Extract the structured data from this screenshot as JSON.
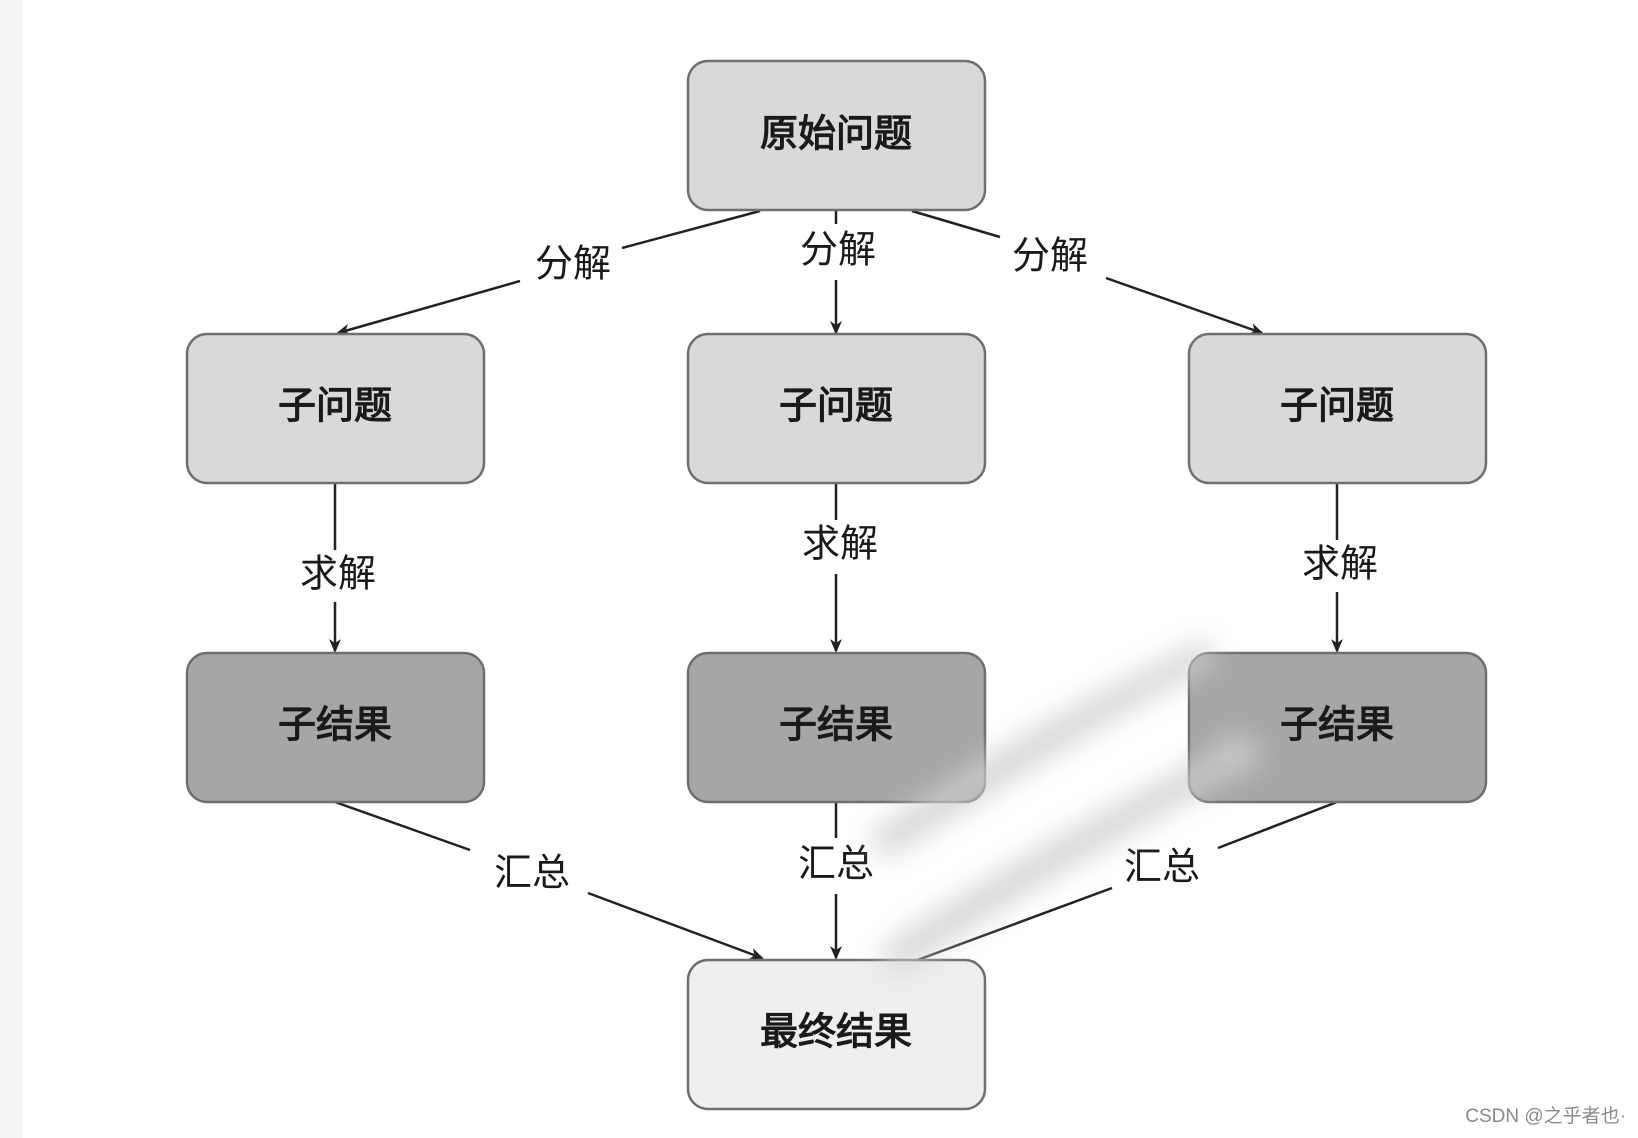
{
  "nodes": {
    "root": "原始问题",
    "sub_left": "子问题",
    "sub_mid": "子问题",
    "sub_right": "子问题",
    "res_left": "子结果",
    "res_mid": "子结果",
    "res_right": "子结果",
    "final": "最终结果"
  },
  "edges": {
    "decompose_left": "分解",
    "decompose_mid": "分解",
    "decompose_right": "分解",
    "solve_left": "求解",
    "solve_mid": "求解",
    "solve_right": "求解",
    "merge_left": "汇总",
    "merge_mid": "汇总",
    "merge_right": "汇总"
  },
  "watermark": "CSDN @之乎者也·",
  "colors": {
    "root_fill": "#d9d9d9",
    "subproblem_fill": "#d9d9d9",
    "subresult_fill": "#a6a6a6",
    "final_fill": "#efefef",
    "stroke": "#6f6f6f",
    "arrow": "#222222"
  }
}
